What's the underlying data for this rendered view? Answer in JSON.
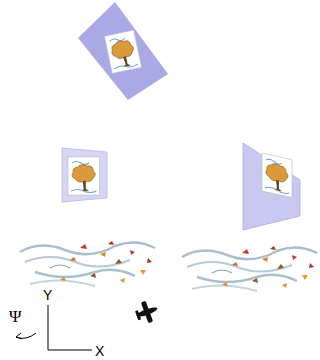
{
  "diagram": {
    "labels": [
      "Y",
      "Ψ",
      "X"
    ]
  }
}
